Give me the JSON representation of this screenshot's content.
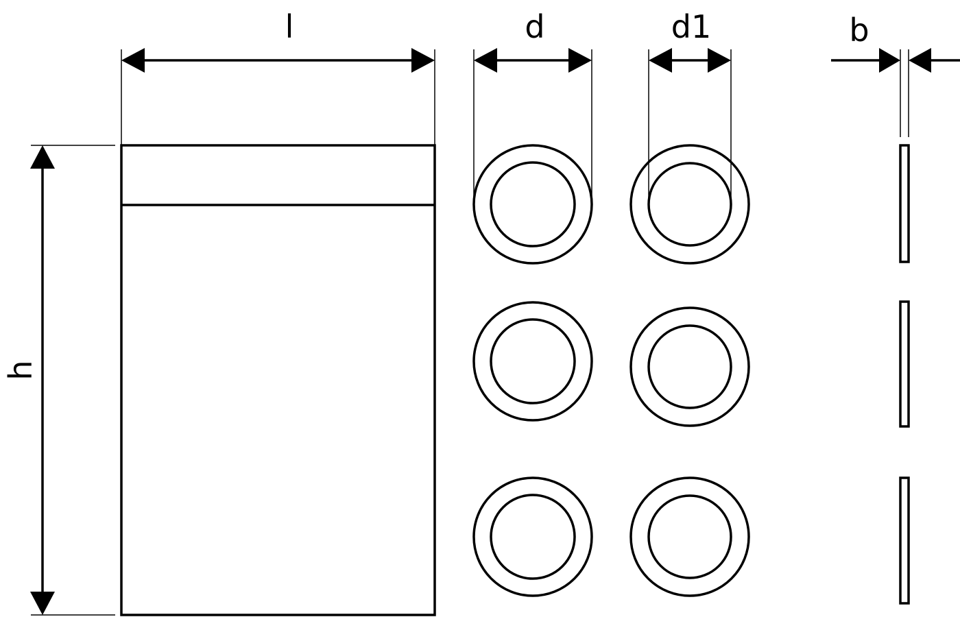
{
  "labels": {
    "length": "l",
    "height": "h",
    "outer_diameter": "d",
    "inner_diameter": "d1",
    "thickness": "b"
  },
  "colors": {
    "line": "#000000",
    "background": "#ffffff"
  }
}
